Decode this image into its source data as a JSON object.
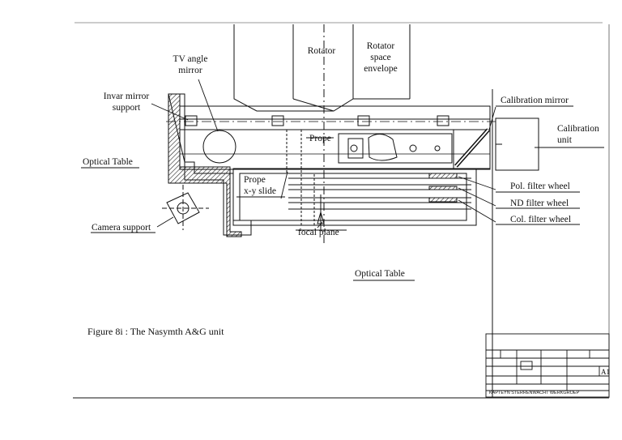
{
  "figure": {
    "caption": "Figure 8i : The Nasymth A&G unit"
  },
  "labels": {
    "rotator": "Rotator",
    "rotator_space_envelope": [
      "Rotator",
      "space",
      "envelope"
    ],
    "tv_angle_mirror": [
      "TV angle",
      "mirror"
    ],
    "invar_mirror_support": [
      "Invar mirror",
      "support"
    ],
    "optical_table_left": "Optical Table",
    "optical_table_center": "Optical Table",
    "camera_support": "Camera support",
    "prope": "Prope",
    "prope_xy_slide": [
      "Prope",
      "x-y slide"
    ],
    "focal_plane": "focal plane",
    "calibration_mirror": "Calibration mirror",
    "calibration_unit": [
      "Calibration",
      "unit"
    ],
    "pol_filter_wheel": "Pol. filter wheel",
    "nd_filter_wheel": "ND filter wheel",
    "col_filter_wheel": "Col. filter wheel"
  },
  "title_block": {
    "sheet_size": "A1",
    "institute": "KAPTEYN STERRENWACHT WERKGROEP"
  }
}
